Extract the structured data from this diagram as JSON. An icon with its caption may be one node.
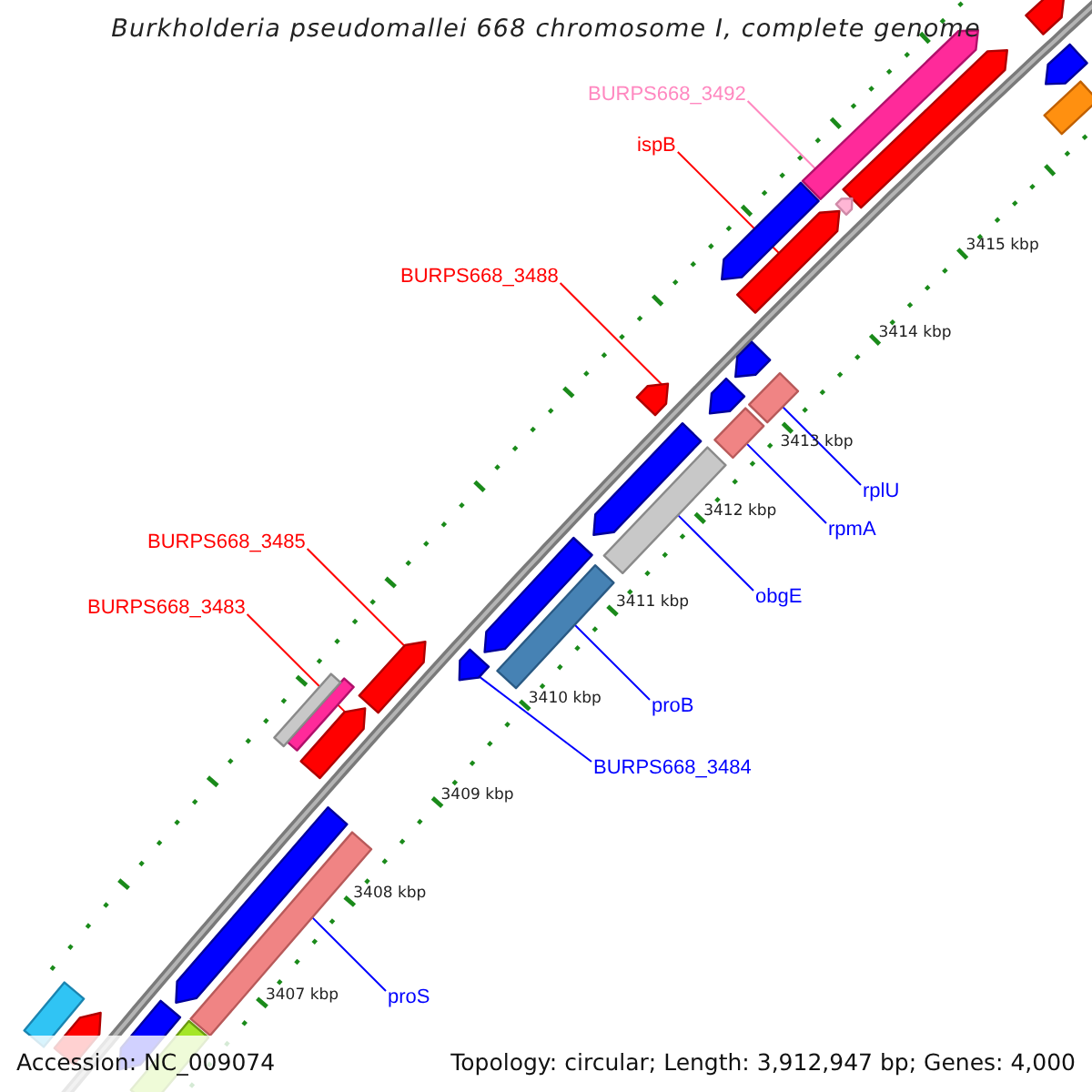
{
  "diagram": {
    "title": "Burkholderia pseudomallei 668 chromosome I, complete genome",
    "nodes": [
      {
        "text": [
          "BURPS668_3492"
        ]
      },
      {
        "text": [],
        "shape": "bar"
      },
      {
        "text": [
          "ispB"
        ]
      },
      {
        "text": [],
        "shape": "bar"
      },
      {
        "text": [
          "BURPS668_3488"
        ]
      },
      {
        "text": [],
        "shape": "bar"
      },
      {
        "text": [
          "rplU"
        ]
      },
      {
        "text": [],
        "shape": "bar"
      },
      {
        "text": [
          "rpmA"
        ]
      },
      {
        "text": [],
        "shape": "bar"
      },
      {
        "text": [
          "obgE"
        ]
      },
      {
        "text": [],
        "shape": "bar"
      },
      {
        "text": [
          "BURPS668_3485"
        ]
      },
      {
        "text": [],
        "shape": "bar"
      },
      {
        "text": [
          "proB"
        ]
      },
      {
        "text": [],
        "shape": "bar"
      },
      {
        "text": [
          "BURPS668_3483"
        ]
      },
      {
        "text": [],
        "shape": "bar"
      },
      {
        "text": [
          "BURPS668_3484"
        ]
      },
      {
        "text": [],
        "shape": "bar"
      },
      {
        "text": [
          "proS"
        ]
      },
      {
        "text": [],
        "shape": "bar"
      },
      {
        "text": [],
        "shape": "bar"
      },
      {
        "text": [],
        "shape": "bar"
      },
      {
        "text": [],
        "shape": "bar"
      },
      {
        "text": [],
        "shape": "bar"
      },
      {
        "text": [],
        "shape": "bar"
      },
      {
        "text": [],
        "shape": "bar"
      },
      {
        "text": [],
        "shape": "bar"
      },
      {
        "text": [],
        "shape": "bar"
      },
      {
        "text": [],
        "shape": "bar"
      },
      {
        "text": [],
        "shape": "bar"
      },
      {
        "text": [],
        "shape": "bar"
      },
      {
        "text": [],
        "shape": "bar"
      },
      {
        "text": [],
        "shape": "bar"
      },
      {
        "text": [],
        "shape": "bar"
      },
      {
        "text": [],
        "shape": "bar"
      },
      {
        "text": [],
        "shape": "bar"
      },
      {
        "text": [],
        "shape": "bar"
      }
    ],
    "edges": [
      {
        "from": 0,
        "to": 1,
        "arrow": "none",
        "color": "#ff88c0"
      },
      {
        "from": 2,
        "to": 3,
        "arrow": "none",
        "color": "#ff0000"
      },
      {
        "from": 4,
        "to": 5,
        "arrow": "none",
        "color": "#ff0000"
      },
      {
        "from": 6,
        "to": 7,
        "arrow": "none"
      },
      {
        "from": 8,
        "to": 9,
        "arrow": "none"
      },
      {
        "from": 10,
        "to": 11,
        "arrow": "none"
      },
      {
        "from": 12,
        "to": 13,
        "arrow": "none",
        "color": "#ff0000"
      },
      {
        "from": 14,
        "to": 15,
        "arrow": "none"
      },
      {
        "from": 16,
        "to": 17,
        "arrow": "none",
        "color": "#ff0000"
      },
      {
        "from": 18,
        "to": 19,
        "arrow": "none"
      },
      {
        "from": 20,
        "to": 21,
        "arrow": "none"
      }
    ],
    "labels": [
      "3415 kbp",
      "3414 kbp",
      "3413 kbp",
      "3412 kbp",
      "3411 kbp",
      "3410 kbp",
      "3409 kbp",
      "3408 kbp",
      "3407 kbp",
      "Accession: NC_009074",
      "Topology: circular; Length: 3,912,947 bp; Genes: 4,000"
    ]
  }
}
